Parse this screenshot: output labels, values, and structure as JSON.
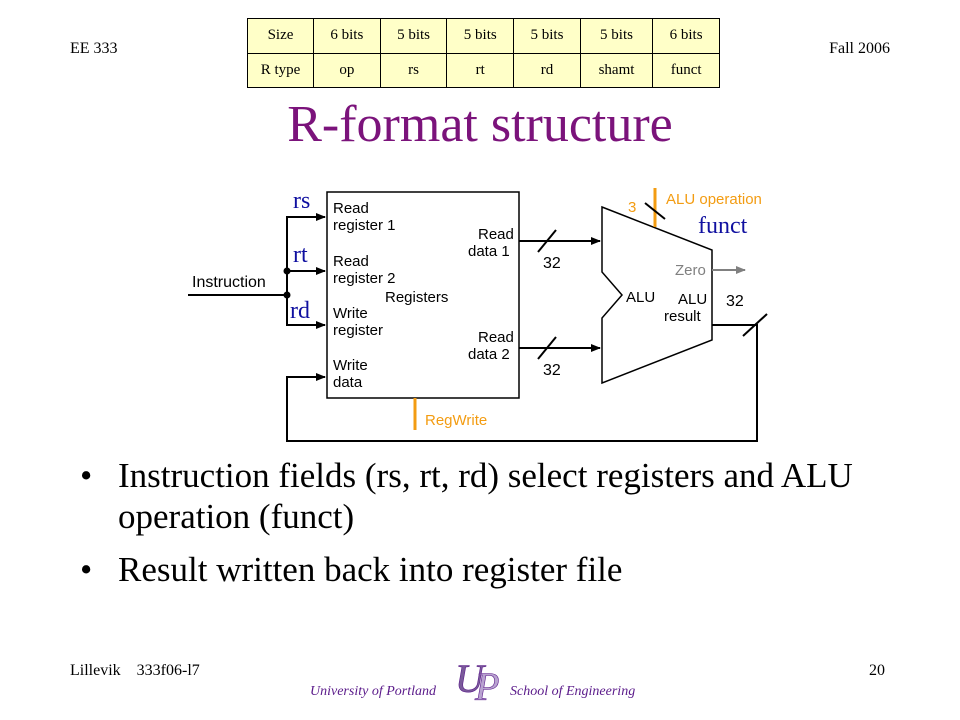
{
  "header": {
    "left": "EE 333",
    "right": "Fall 2006"
  },
  "format_table": {
    "rows": [
      [
        "Size",
        "6 bits",
        "5 bits",
        "5 bits",
        "5 bits",
        "5 bits",
        "6 bits"
      ],
      [
        "R type",
        "op",
        "rs",
        "rt",
        "rd",
        "shamt",
        "funct"
      ]
    ]
  },
  "title": "R-format structure",
  "diagram": {
    "rs": "rs",
    "rt": "rt",
    "rd": "rd",
    "funct": "funct",
    "instruction": "Instruction",
    "read_reg1": [
      "Read",
      "register 1"
    ],
    "read_reg2": [
      "Read",
      "register 2"
    ],
    "write_reg": [
      "Write",
      "register"
    ],
    "write_data": [
      "Write",
      "data"
    ],
    "registers": "Registers",
    "read_data1": [
      "Read",
      "data 1"
    ],
    "read_data2": [
      "Read",
      "data 2"
    ],
    "bus1": "32",
    "bus2": "32",
    "bus3": "32",
    "alu_op_width": "3",
    "alu_operation": "ALU operation",
    "zero": "Zero",
    "alu": "ALU",
    "alu_result": [
      "ALU",
      "result"
    ],
    "regwrite": "RegWrite"
  },
  "bullets": [
    "Instruction fields (rs, rt, rd) select registers and ALU operation (funct)",
    "Result written back into register file"
  ],
  "footer": {
    "left": "Lillevik    333f06-l7",
    "university": "University of Portland",
    "school": "School of Engineering",
    "logo": "UP",
    "page": "20"
  },
  "colors": {
    "title": "#7b137b",
    "field": "#1010a0",
    "control": "#f39c12",
    "zero": "#808080"
  }
}
